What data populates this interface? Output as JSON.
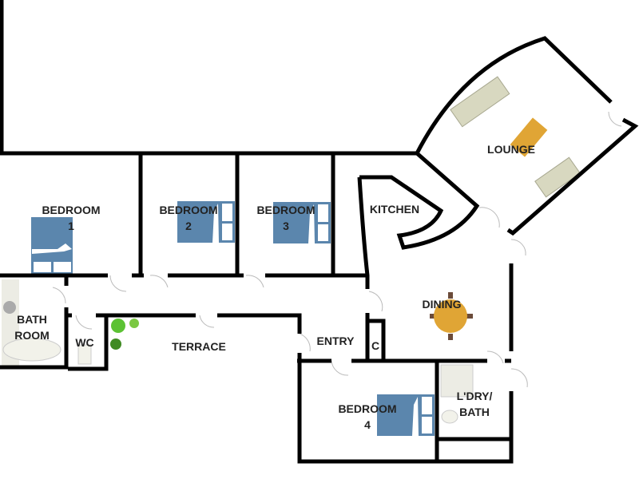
{
  "rooms": {
    "bedroom1": {
      "name": "BEDROOM",
      "num": "1"
    },
    "bedroom2": {
      "name": "BEDROOM",
      "num": "2"
    },
    "bedroom3": {
      "name": "BEDROOM",
      "num": "3"
    },
    "bedroom4": {
      "name": "BEDROOM",
      "num": "4"
    },
    "kitchen": "KITCHEN",
    "lounge": "LOUNGE",
    "dining": "DINING",
    "bathroom": {
      "line1": "BATH",
      "line2": "ROOM"
    },
    "wc": "WC",
    "terrace": "TERRACE",
    "entry": "ENTRY",
    "closet": "C",
    "laundry": {
      "line1": "L'DRY/",
      "line2": "BATH"
    }
  },
  "colors": {
    "bed": "#5b86ad",
    "sofa": "#d8d8c0",
    "table": "#e0a535",
    "plant": "#3aa028",
    "wall": "#000000"
  }
}
